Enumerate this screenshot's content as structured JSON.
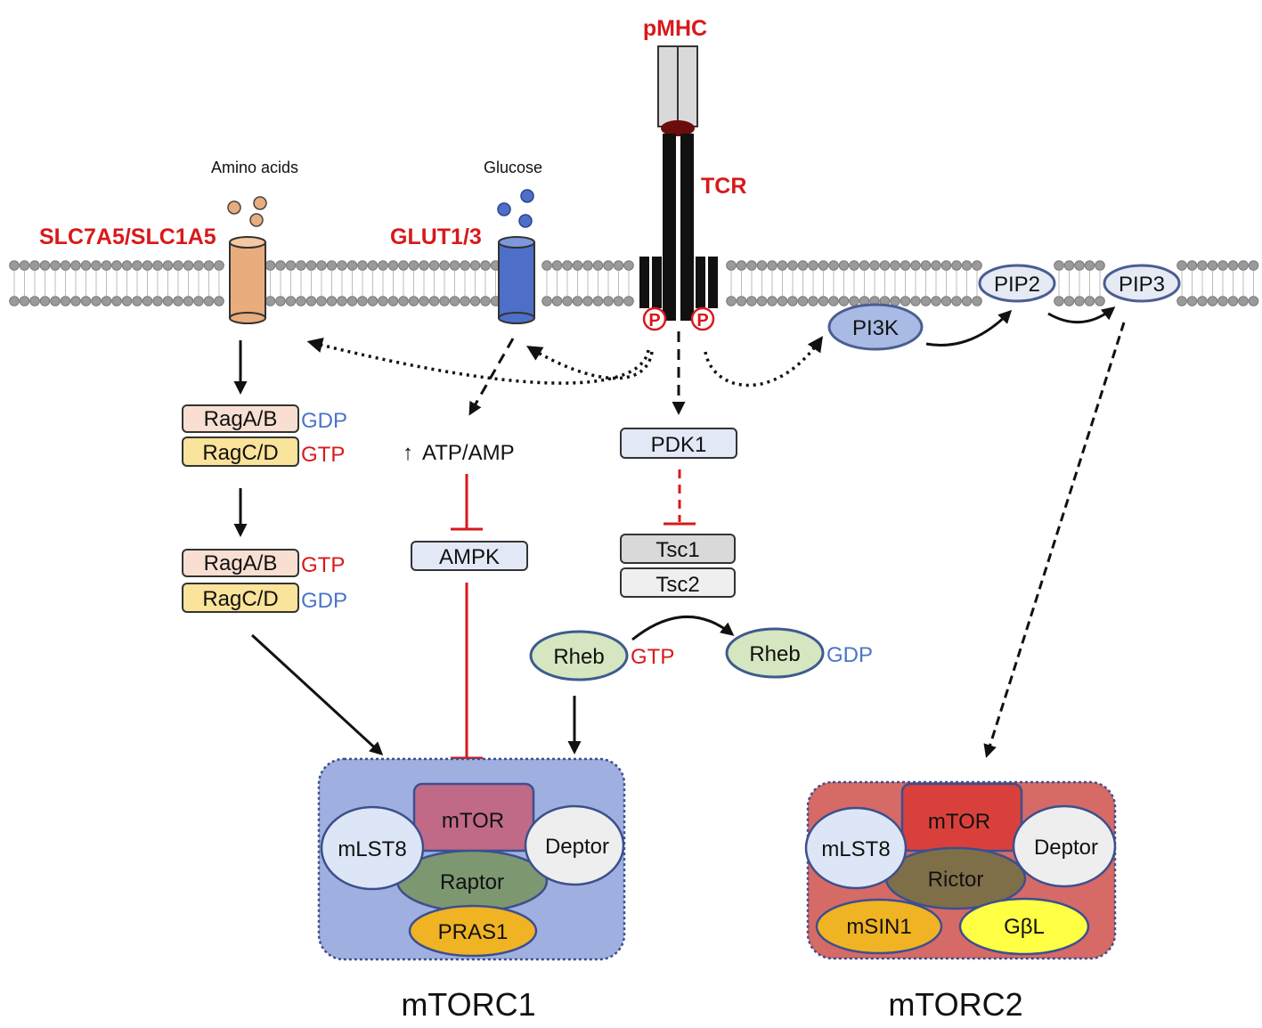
{
  "receptors": {
    "pmhc": "pMHC",
    "tcr": "TCR",
    "phospho": "P",
    "slc": "SLC7A5/SLC1A5",
    "glut": "GLUT1/3",
    "amino_acids": "Amino acids",
    "glucose": "Glucose"
  },
  "nodes": {
    "raga_ab": "RagA/B",
    "ragc_d": "RagC/D",
    "gdp": "GDP",
    "gtp": "GTP",
    "atp_amp": "ATP/AMP",
    "up_arrow": "↑",
    "ampk": "AMPK",
    "pdk1": "PDK1",
    "tsc1": "Tsc1",
    "tsc2": "Tsc2",
    "rheb": "Rheb",
    "pi3k": "PI3K",
    "pip2": "PIP2",
    "pip3": "PIP3"
  },
  "mtorc1": {
    "mtor": "mTOR",
    "mlst8": "mLST8",
    "deptor": "Deptor",
    "raptor": "Raptor",
    "pras1": "PRAS1",
    "title": "mTORC1"
  },
  "mtorc2": {
    "mtor": "mTOR",
    "mlst8": "mLST8",
    "deptor": "Deptor",
    "rictor": "Rictor",
    "msin1": "mSIN1",
    "gbl": "GβL",
    "title": "mTORC2"
  },
  "colors": {
    "label_red": "#d8191b",
    "gdp_blue": "#4a74c9",
    "mtorc1_bg": "#9fb0e0",
    "mtorc2_bg": "#d56a66",
    "membrane": "#9a9a9a"
  }
}
